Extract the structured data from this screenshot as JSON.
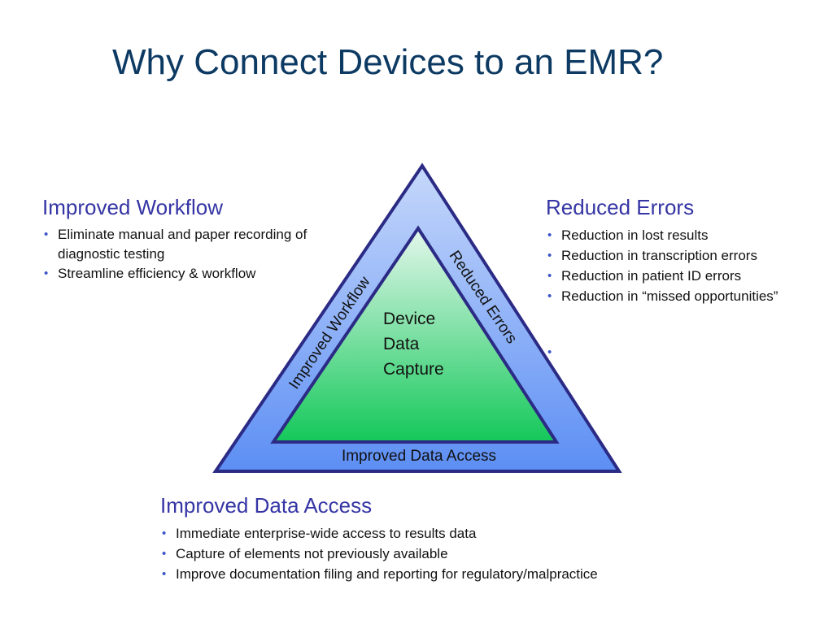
{
  "title": "Why Connect Devices to an EMR?",
  "workflow": {
    "heading": "Improved Workflow",
    "items": [
      "Eliminate manual and paper recording of diagnostic testing",
      "Streamline efficiency & workflow"
    ]
  },
  "errors": {
    "heading": "Reduced Errors",
    "items": [
      "Reduction in lost results",
      "Reduction in transcription errors",
      "Reduction in patient ID errors",
      "Reduction in “missed opportunities”"
    ]
  },
  "access": {
    "heading": "Improved Data Access",
    "items": [
      "Immediate enterprise-wide access to results data",
      "Capture of elements not previously available",
      "Improve documentation filing and reporting for regulatory/malpractice"
    ]
  },
  "triangle": {
    "left_side_label": "Improved Workflow",
    "right_side_label": "Reduced Errors",
    "bottom_label": "Improved Data Access",
    "center_lines": [
      "Device",
      "Data",
      "Capture"
    ],
    "colors": {
      "outline": "#2b2b86",
      "outer_top": "#c6d8fb",
      "outer_bottom": "#5c8ef4",
      "inner_top": "#e4f7ec",
      "inner_bottom": "#14c85a"
    }
  }
}
